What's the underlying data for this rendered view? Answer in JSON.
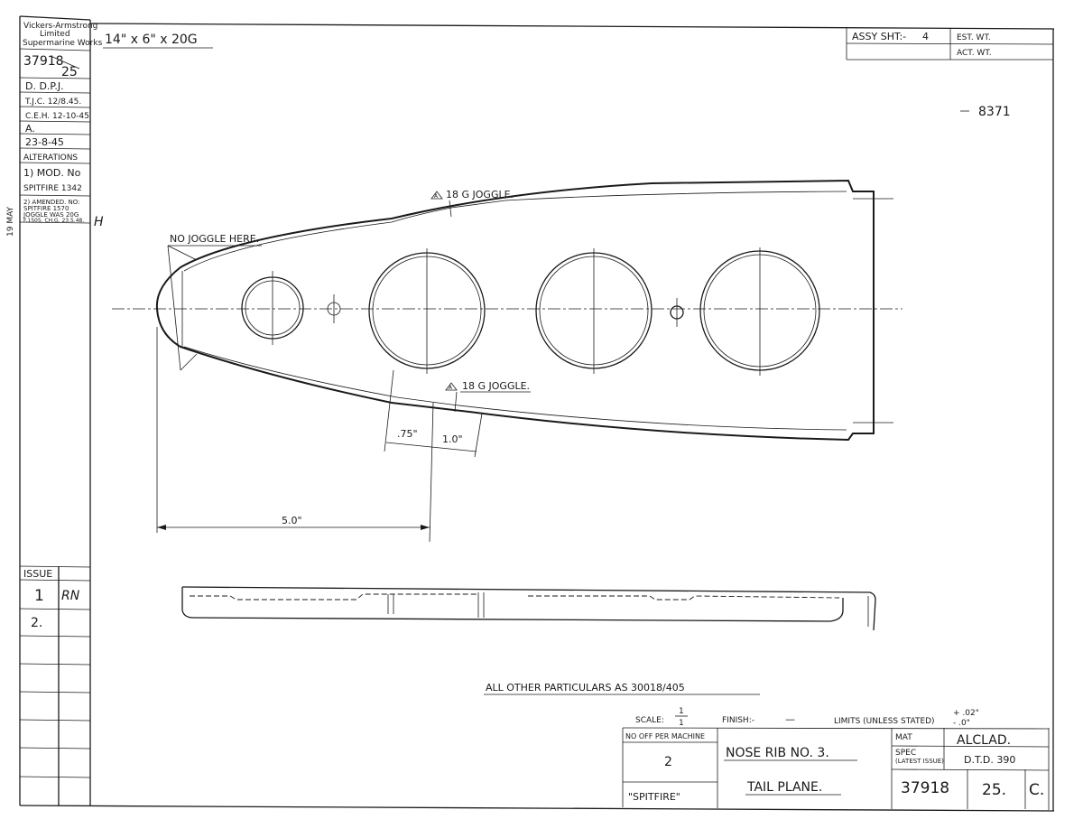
{
  "sidebar": {
    "maker": "Vickers-Armstrong",
    "maker2": "Limited",
    "works": "Supermarine Works",
    "drawing_no": "37918",
    "sheet": "25",
    "drawn": "D. D.P.J.",
    "traced": "T.J.C. 12/8.45.",
    "checked": "C.E.H. 12-10-45",
    "approved": "A.",
    "approved_date": "23-8-45",
    "alterations_title": "ALTERATIONS",
    "mod_label": "1) MOD. No",
    "mod_value": "SPITFIRE 1342",
    "amend1": "2) AMENDED. NO:",
    "amend2": "SPITFIRE 1570",
    "amend3": "JOGGLE WAS 20G",
    "amend4": "F.1505. CH.G. 23.5.48.",
    "stamp_date": "19 MAY",
    "initials": "H",
    "issue_label": "ISSUE",
    "issue1": "1",
    "issue1_sign": "RN",
    "issue2": "2."
  },
  "header": {
    "stock": "14\" x 6\" x 20G",
    "assy_label": "ASSY SHT:-",
    "assy_value": "4",
    "est_wt": "EST. WT.",
    "act_wt": "ACT. WT.",
    "ref_no": "8371"
  },
  "annotations": {
    "joggle_top": "18 G JOGGLE.",
    "no_joggle": "NO JOGGLE HERE.",
    "joggle_bottom": "18 G JOGGLE.",
    "dim_75": ".75\"",
    "dim_10": "1.0\"",
    "dim_50": "5.0\"",
    "other": "ALL OTHER PARTICULARS AS  30018/405",
    "triangle_a": "A"
  },
  "title_block": {
    "scale_label": "SCALE:",
    "scale_num": "1",
    "scale_den": "1",
    "finish_label": "FINISH:-",
    "finish_value": "—",
    "limits_label": "LIMITS (UNLESS STATED)",
    "limit_plus": "+ .02\"",
    "limit_minus": "- .0\"",
    "no_off_label": "NO OFF PER MACHINE",
    "no_off_value": "2",
    "machine": "\"SPITFIRE\"",
    "part_name": "NOSE RIB  NO. 3.",
    "assembly": "TAIL  PLANE.",
    "mat_label": "MAT",
    "mat_value": "ALCLAD.",
    "spec_label": "SPEC",
    "spec_label2": "(LATEST ISSUE)",
    "spec_value": "D.T.D. 390",
    "drawing_no": "37918",
    "sheet": "25.",
    "issue": "C."
  }
}
